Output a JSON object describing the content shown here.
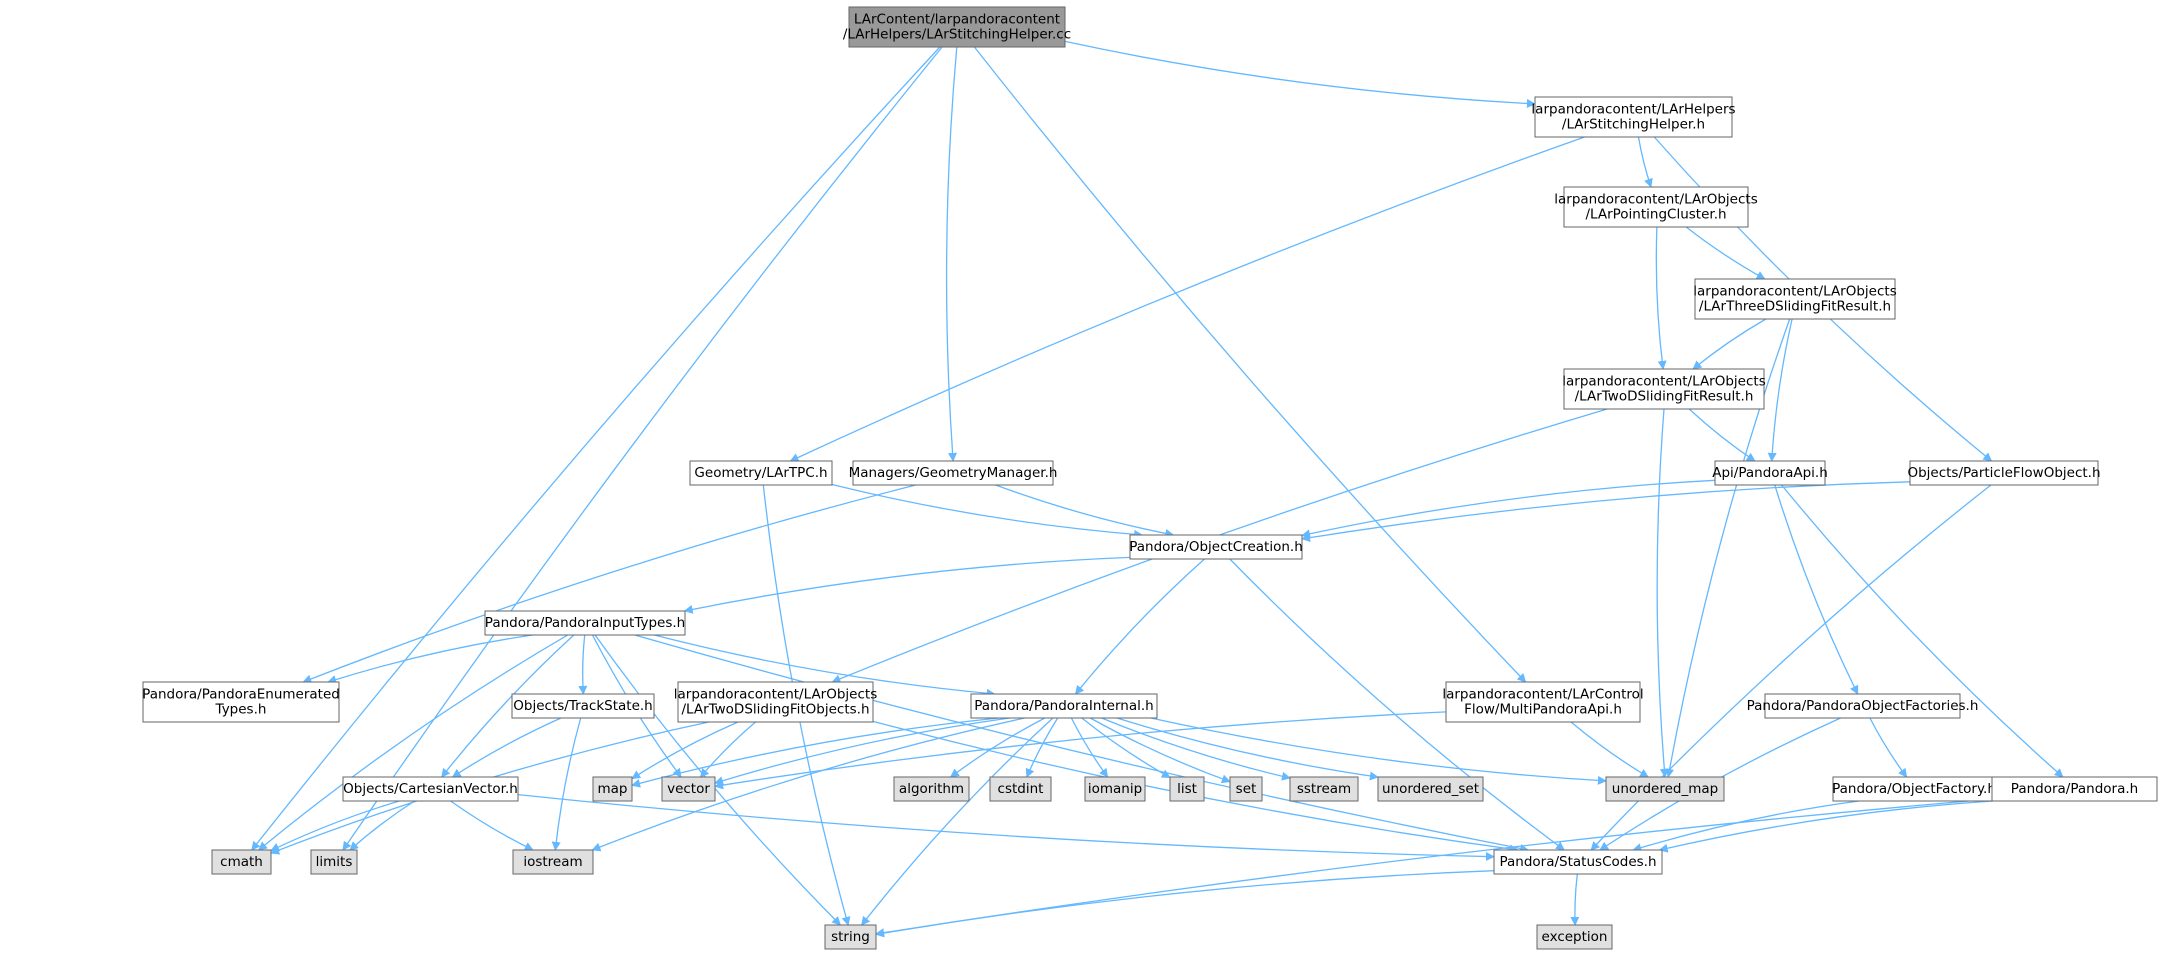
{
  "colors": {
    "root_fill": "#999999",
    "header_fill": "#ffffff",
    "system_fill": "#e0e0e0",
    "border": "#666666",
    "edge": "#63b8ff"
  },
  "nodes": [
    {
      "id": "root",
      "kind": "root",
      "lines": [
        "LArContent/larpandoracontent",
        "/LArHelpers/LArStitchingHelper.cc"
      ]
    },
    {
      "id": "stitching_h",
      "kind": "header",
      "lines": [
        "larpandoracontent/LArHelpers",
        "/LArStitchingHelper.h"
      ]
    },
    {
      "id": "pointing_h",
      "kind": "header",
      "lines": [
        "larpandoracontent/LArObjects",
        "/LArPointingCluster.h"
      ]
    },
    {
      "id": "three_h",
      "kind": "header",
      "lines": [
        "larpandoracontent/LArObjects",
        "/LArThreeDSlidingFitResult.h"
      ]
    },
    {
      "id": "two_h",
      "kind": "header",
      "lines": [
        "larpandoracontent/LArObjects",
        "/LArTwoDSlidingFitResult.h"
      ]
    },
    {
      "id": "tpc_h",
      "kind": "header",
      "lines": [
        "Geometry/LArTPC.h"
      ]
    },
    {
      "id": "geom_h",
      "kind": "header",
      "lines": [
        "Managers/GeometryManager.h"
      ]
    },
    {
      "id": "api_h",
      "kind": "header",
      "lines": [
        "Api/PandoraApi.h"
      ]
    },
    {
      "id": "pfo_h",
      "kind": "header",
      "lines": [
        "Objects/ParticleFlowObject.h"
      ]
    },
    {
      "id": "objcreation_h",
      "kind": "header",
      "lines": [
        "Pandora/ObjectCreation.h"
      ]
    },
    {
      "id": "inputtypes_h",
      "kind": "header",
      "lines": [
        "Pandora/PandoraInputTypes.h"
      ]
    },
    {
      "id": "enum_h",
      "kind": "header",
      "lines": [
        "Pandora/PandoraEnumerated",
        "Types.h"
      ]
    },
    {
      "id": "trackstate_h",
      "kind": "header",
      "lines": [
        "Objects/TrackState.h"
      ]
    },
    {
      "id": "twodfitobj_h",
      "kind": "header",
      "lines": [
        "larpandoracontent/LArObjects",
        "/LArTwoDSlidingFitObjects.h"
      ]
    },
    {
      "id": "internal_h",
      "kind": "header",
      "lines": [
        "Pandora/PandoraInternal.h"
      ]
    },
    {
      "id": "multi_h",
      "kind": "header",
      "lines": [
        "larpandoracontent/LArControl",
        "Flow/MultiPandoraApi.h"
      ]
    },
    {
      "id": "factories_h",
      "kind": "header",
      "lines": [
        "Pandora/PandoraObjectFactories.h"
      ]
    },
    {
      "id": "cartesian_h",
      "kind": "header",
      "lines": [
        "Objects/CartesianVector.h"
      ]
    },
    {
      "id": "objfactory_h",
      "kind": "header",
      "lines": [
        "Pandora/ObjectFactory.h"
      ]
    },
    {
      "id": "pandora_h",
      "kind": "header",
      "lines": [
        "Pandora/Pandora.h"
      ]
    },
    {
      "id": "status_h",
      "kind": "header",
      "lines": [
        "Pandora/StatusCodes.h"
      ]
    },
    {
      "id": "map",
      "kind": "system",
      "lines": [
        "map"
      ]
    },
    {
      "id": "vector",
      "kind": "system",
      "lines": [
        "vector"
      ]
    },
    {
      "id": "algorithm",
      "kind": "system",
      "lines": [
        "algorithm"
      ]
    },
    {
      "id": "cstdint",
      "kind": "system",
      "lines": [
        "cstdint"
      ]
    },
    {
      "id": "iomanip",
      "kind": "system",
      "lines": [
        "iomanip"
      ]
    },
    {
      "id": "list",
      "kind": "system",
      "lines": [
        "list"
      ]
    },
    {
      "id": "set",
      "kind": "system",
      "lines": [
        "set"
      ]
    },
    {
      "id": "sstream",
      "kind": "system",
      "lines": [
        "sstream"
      ]
    },
    {
      "id": "unordered_set",
      "kind": "system",
      "lines": [
        "unordered_set"
      ]
    },
    {
      "id": "unordered_map",
      "kind": "system",
      "lines": [
        "unordered_map"
      ]
    },
    {
      "id": "cmath",
      "kind": "system",
      "lines": [
        "cmath"
      ]
    },
    {
      "id": "limits",
      "kind": "system",
      "lines": [
        "limits"
      ]
    },
    {
      "id": "iostream",
      "kind": "system",
      "lines": [
        "iostream"
      ]
    },
    {
      "id": "string",
      "kind": "system",
      "lines": [
        "string"
      ]
    },
    {
      "id": "exception",
      "kind": "system",
      "lines": [
        "exception"
      ]
    }
  ],
  "edges": [
    [
      "root",
      "stitching_h"
    ],
    [
      "root",
      "geom_h"
    ],
    [
      "root",
      "multi_h"
    ],
    [
      "root",
      "cmath"
    ],
    [
      "root",
      "limits"
    ],
    [
      "stitching_h",
      "pointing_h"
    ],
    [
      "stitching_h",
      "tpc_h"
    ],
    [
      "stitching_h",
      "pfo_h"
    ],
    [
      "pointing_h",
      "three_h"
    ],
    [
      "pointing_h",
      "two_h"
    ],
    [
      "three_h",
      "two_h"
    ],
    [
      "three_h",
      "api_h"
    ],
    [
      "three_h",
      "unordered_map"
    ],
    [
      "two_h",
      "api_h"
    ],
    [
      "two_h",
      "twodfitobj_h"
    ],
    [
      "two_h",
      "unordered_map"
    ],
    [
      "tpc_h",
      "objcreation_h"
    ],
    [
      "tpc_h",
      "string"
    ],
    [
      "geom_h",
      "objcreation_h"
    ],
    [
      "geom_h",
      "enum_h"
    ],
    [
      "api_h",
      "objcreation_h"
    ],
    [
      "api_h",
      "factories_h"
    ],
    [
      "api_h",
      "pandora_h"
    ],
    [
      "pfo_h",
      "objcreation_h"
    ],
    [
      "pfo_h",
      "status_h"
    ],
    [
      "objcreation_h",
      "inputtypes_h"
    ],
    [
      "objcreation_h",
      "internal_h"
    ],
    [
      "objcreation_h",
      "status_h"
    ],
    [
      "inputtypes_h",
      "enum_h"
    ],
    [
      "inputtypes_h",
      "trackstate_h"
    ],
    [
      "inputtypes_h",
      "internal_h"
    ],
    [
      "inputtypes_h",
      "cartesian_h"
    ],
    [
      "inputtypes_h",
      "vector"
    ],
    [
      "inputtypes_h",
      "cmath"
    ],
    [
      "inputtypes_h",
      "string"
    ],
    [
      "inputtypes_h",
      "status_h"
    ],
    [
      "trackstate_h",
      "cartesian_h"
    ],
    [
      "trackstate_h",
      "iostream"
    ],
    [
      "twodfitobj_h",
      "map"
    ],
    [
      "twodfitobj_h",
      "vector"
    ],
    [
      "twodfitobj_h",
      "cmath"
    ],
    [
      "twodfitobj_h",
      "status_h"
    ],
    [
      "internal_h",
      "map"
    ],
    [
      "internal_h",
      "vector"
    ],
    [
      "internal_h",
      "algorithm"
    ],
    [
      "internal_h",
      "cstdint"
    ],
    [
      "internal_h",
      "iomanip"
    ],
    [
      "internal_h",
      "list"
    ],
    [
      "internal_h",
      "set"
    ],
    [
      "internal_h",
      "sstream"
    ],
    [
      "internal_h",
      "unordered_set"
    ],
    [
      "internal_h",
      "unordered_map"
    ],
    [
      "internal_h",
      "iostream"
    ],
    [
      "internal_h",
      "string"
    ],
    [
      "multi_h",
      "unordered_map"
    ],
    [
      "multi_h",
      "vector"
    ],
    [
      "factories_h",
      "objfactory_h"
    ],
    [
      "factories_h",
      "status_h"
    ],
    [
      "cartesian_h",
      "cmath"
    ],
    [
      "cartesian_h",
      "limits"
    ],
    [
      "cartesian_h",
      "iostream"
    ],
    [
      "cartesian_h",
      "status_h"
    ],
    [
      "objfactory_h",
      "status_h"
    ],
    [
      "pandora_h",
      "status_h"
    ],
    [
      "pandora_h",
      "string"
    ],
    [
      "status_h",
      "exception"
    ],
    [
      "status_h",
      "string"
    ]
  ]
}
